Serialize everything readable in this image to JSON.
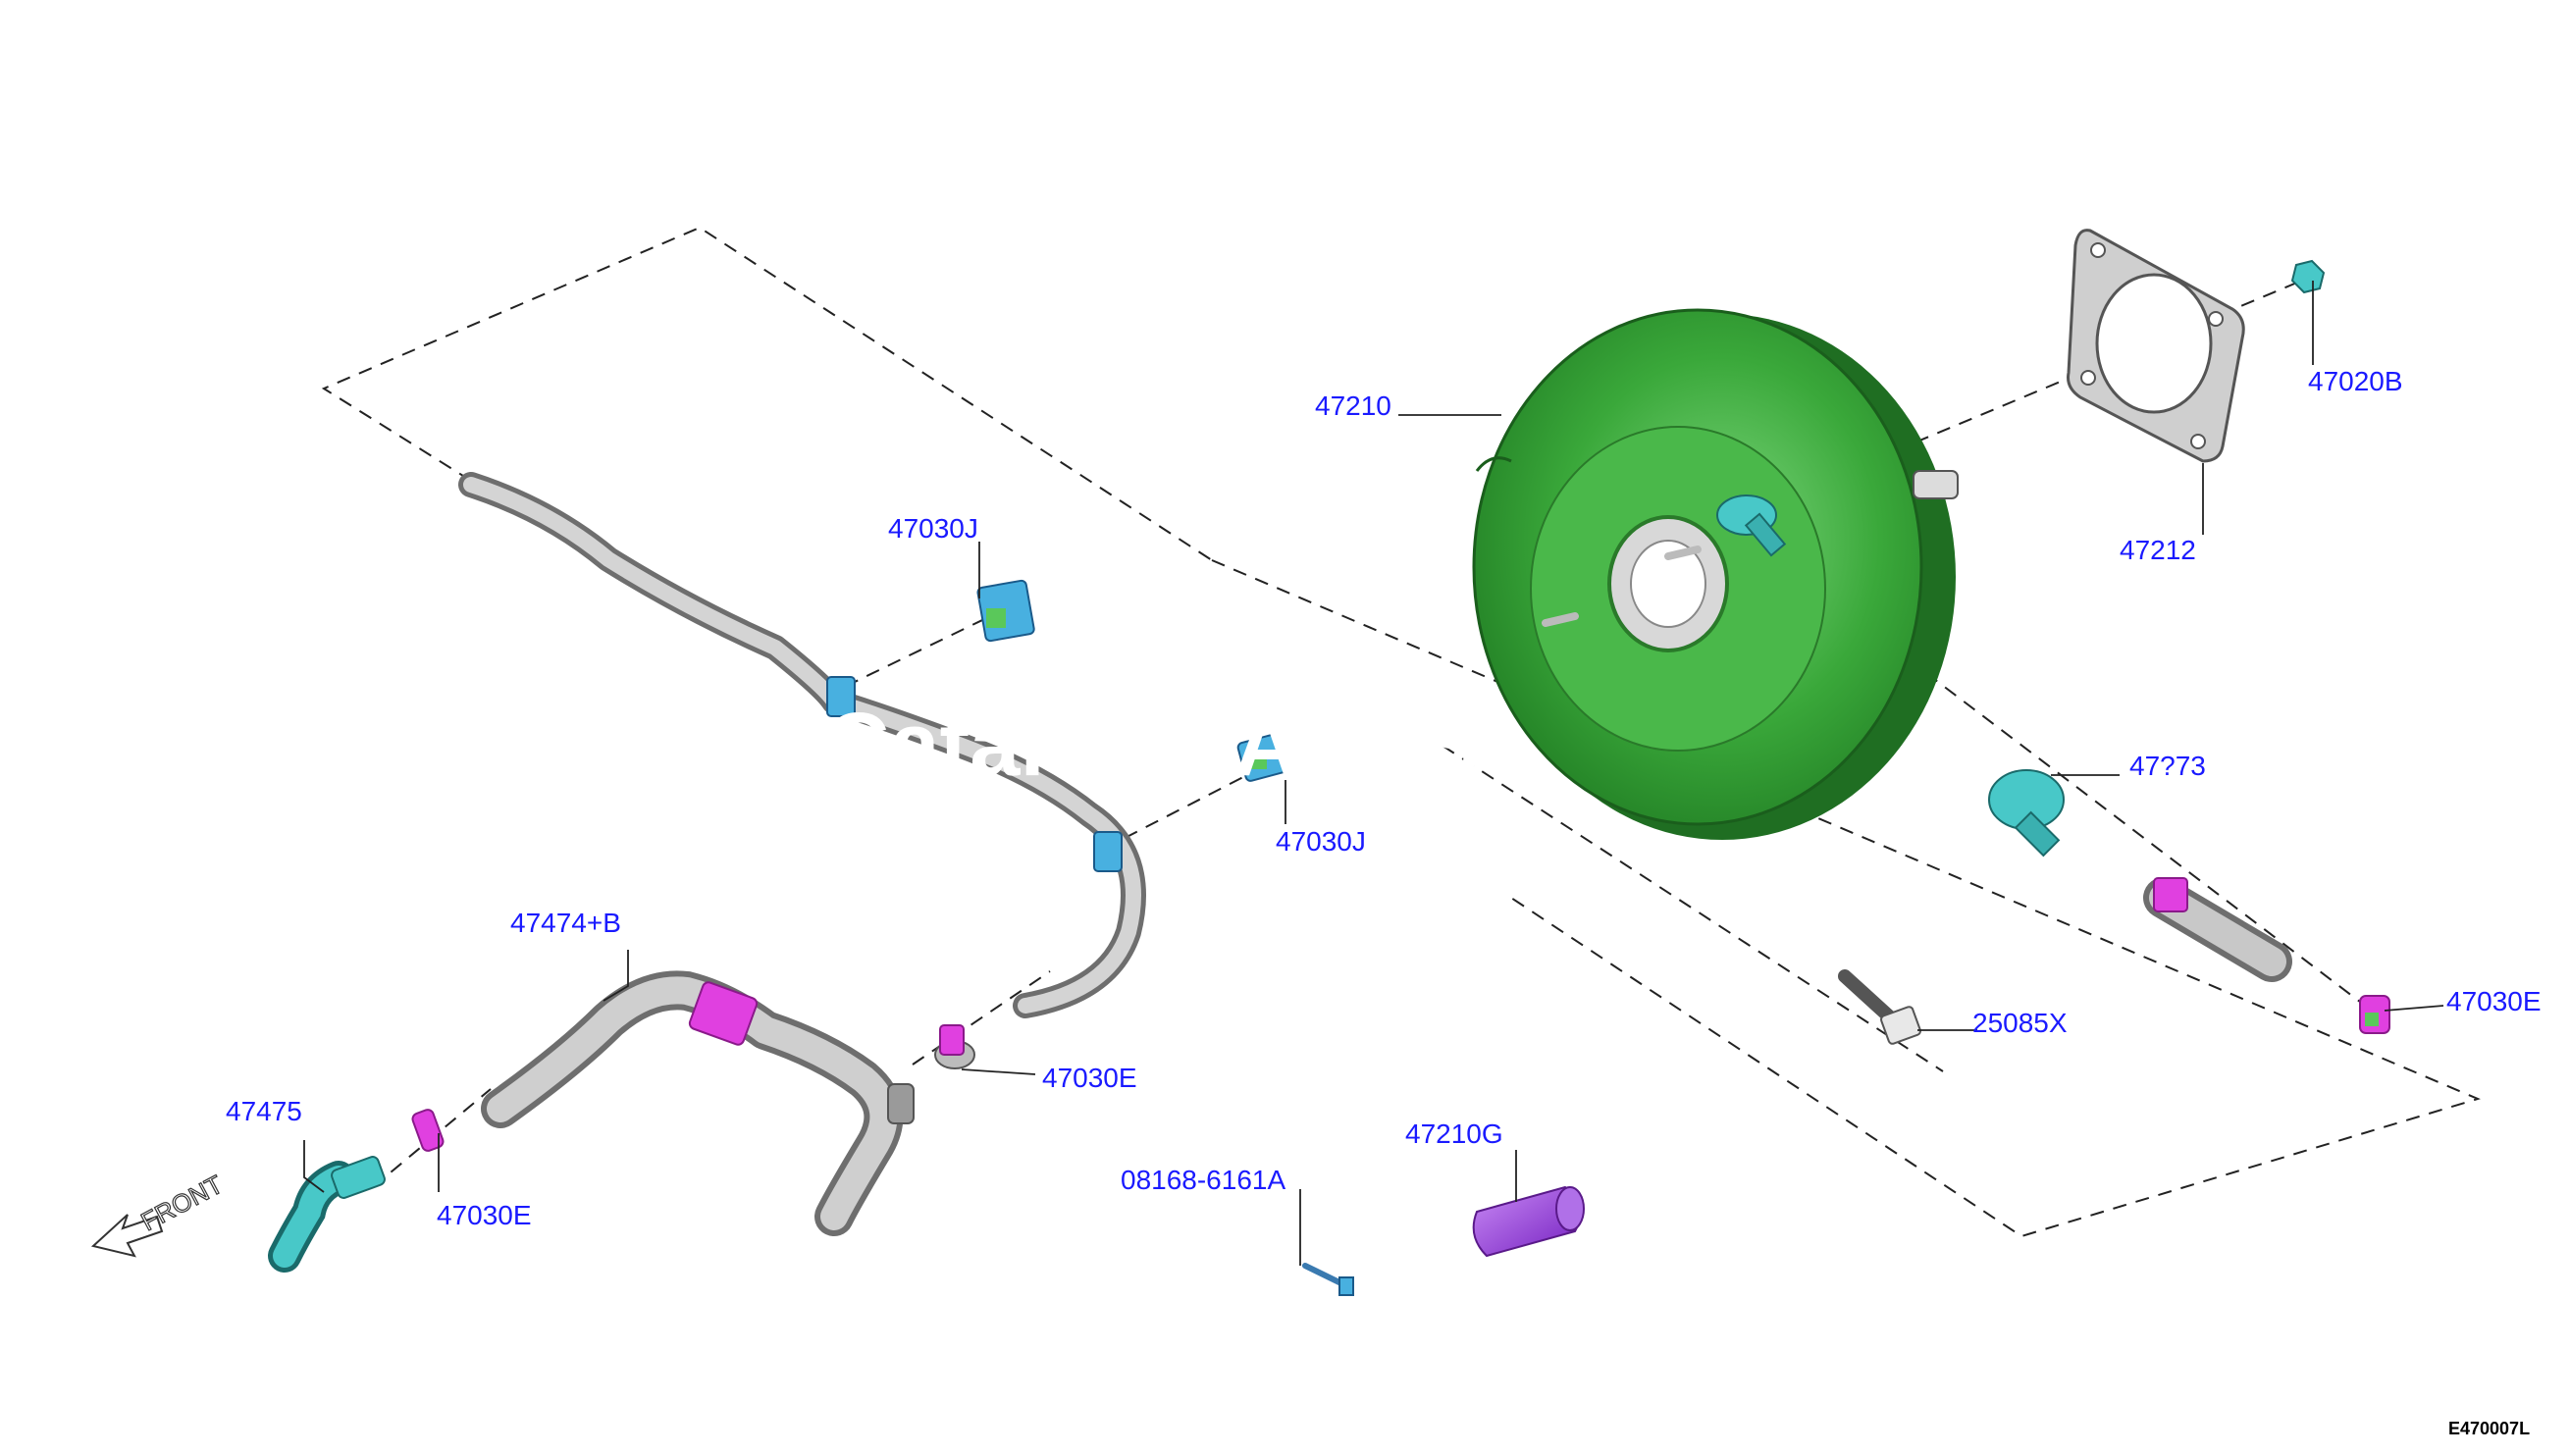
{
  "diagram": {
    "part_labels": [
      {
        "key": "p47210",
        "text": "47210"
      },
      {
        "key": "p47212",
        "text": "47212"
      },
      {
        "key": "p47020B",
        "text": "47020B"
      },
      {
        "key": "p47030J_a",
        "text": "47030J"
      },
      {
        "key": "p47030J_b",
        "text": "47030J"
      },
      {
        "key": "p4773x",
        "text": "47?73"
      },
      {
        "key": "p47474B",
        "text": "47474+B"
      },
      {
        "key": "p47030E_a",
        "text": "47030E"
      },
      {
        "key": "p47030E_b",
        "text": "47030E"
      },
      {
        "key": "p47030E_c",
        "text": "47030E"
      },
      {
        "key": "p47475",
        "text": "47475"
      },
      {
        "key": "p25085X",
        "text": "25085X"
      },
      {
        "key": "p47210G",
        "text": "47210G"
      },
      {
        "key": "p08168",
        "text": "08168-6161A"
      }
    ],
    "front_label": "FRONT",
    "reference_code": "E470007L",
    "watermark": "Catalog PARTS"
  },
  "colors": {
    "booster_green": "#3aa83a",
    "fitting_cyan": "#48c8c8",
    "clip_magenta": "#e040e0",
    "hose_grey": "#b8b8b8",
    "gasket_grey": "#c8c8c8",
    "sleeve_purple": "#9a3ae0",
    "label_blue": "#1a1aff"
  }
}
